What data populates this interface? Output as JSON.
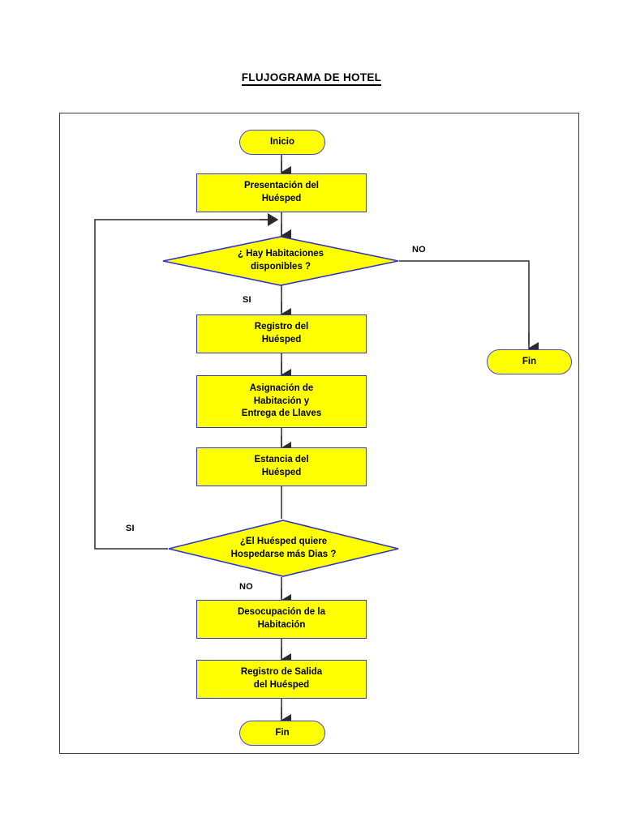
{
  "title": "FLUJOGRAMA DE HOTEL",
  "colors": {
    "shape_fill": "#FFFF00",
    "shape_border": "#3333CC",
    "connector": "#2b2b2b",
    "frame_border": "#3c3c3c",
    "text": "#000000"
  },
  "chart_data": {
    "type": "diagram",
    "diagram_kind": "flowchart",
    "title": "FLUJOGRAMA DE HOTEL",
    "orientation": "top-to-bottom",
    "nodes": [
      {
        "id": "inicio",
        "shape": "terminator",
        "label": "Inicio"
      },
      {
        "id": "presentacion",
        "shape": "process",
        "label": "Presentación del\nHuésped"
      },
      {
        "id": "hay_hab",
        "shape": "decision",
        "label": "¿ Hay Habitaciones\ndisponibles ?"
      },
      {
        "id": "fin_no",
        "shape": "terminator",
        "label": "Fin"
      },
      {
        "id": "registro",
        "shape": "process",
        "label": "Registro del\nHuésped"
      },
      {
        "id": "asignacion",
        "shape": "process",
        "label": "Asignación de\nHabitación y\nEntrega de Llaves"
      },
      {
        "id": "estancia",
        "shape": "process",
        "label": "Estancia del\nHuésped"
      },
      {
        "id": "mas_dias",
        "shape": "decision",
        "label": "¿El Huésped quiere\nHospedarse más  Dias          ?"
      },
      {
        "id": "desocupacion",
        "shape": "process",
        "label": "Desocupación de la\nHabitación"
      },
      {
        "id": "registro_sal",
        "shape": "process",
        "label": "Registro de Salida\ndel Huésped"
      },
      {
        "id": "fin_final",
        "shape": "terminator",
        "label": "Fin"
      }
    ],
    "edges": [
      {
        "from": "inicio",
        "to": "presentacion",
        "label": ""
      },
      {
        "from": "presentacion",
        "to": "hay_hab",
        "label": ""
      },
      {
        "from": "hay_hab",
        "to": "fin_no",
        "label": "NO"
      },
      {
        "from": "hay_hab",
        "to": "registro",
        "label": "SI"
      },
      {
        "from": "registro",
        "to": "asignacion",
        "label": ""
      },
      {
        "from": "asignacion",
        "to": "estancia",
        "label": ""
      },
      {
        "from": "estancia",
        "to": "mas_dias",
        "label": ""
      },
      {
        "from": "mas_dias",
        "to": "hay_hab",
        "label": "SI"
      },
      {
        "from": "mas_dias",
        "to": "desocupacion",
        "label": "NO"
      },
      {
        "from": "desocupacion",
        "to": "registro_sal",
        "label": ""
      },
      {
        "from": "registro_sal",
        "to": "fin_final",
        "label": ""
      }
    ],
    "edge_labels": {
      "hay_hab_no": "NO",
      "hay_hab_si": "SI",
      "mas_dias_si": "SI",
      "mas_dias_no": "NO"
    }
  }
}
